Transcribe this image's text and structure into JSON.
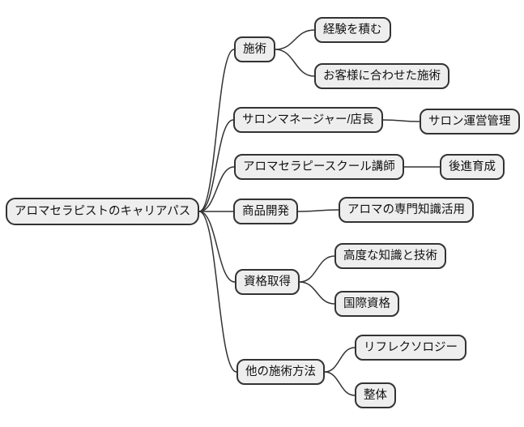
{
  "diagram": {
    "type": "mindmap-flowchart",
    "orientation": "left-to-right",
    "root_label": "アロマセラピストのキャリアパス"
  },
  "colors": {
    "background": "#ffffff",
    "node_fill": "#eeeeee",
    "node_stroke": "#333333",
    "edge_stroke": "#333333",
    "text": "#111111"
  },
  "nodes": [
    {
      "id": "root",
      "label": "アロマセラピストのキャリアパス",
      "level": 0
    },
    {
      "id": "sejutsu",
      "label": "施術",
      "level": 1
    },
    {
      "id": "keiken",
      "label": "経験を積む",
      "level": 2
    },
    {
      "id": "okyakusama",
      "label": "お客様に合わせた施術",
      "level": 2
    },
    {
      "id": "salon-mgr",
      "label": "サロンマネージャー/店長",
      "level": 1
    },
    {
      "id": "salon-unei",
      "label": "サロン運営管理",
      "level": 2
    },
    {
      "id": "school-koushi",
      "label": "アロマセラピースクール講師",
      "level": 1
    },
    {
      "id": "koushin-ikusei",
      "label": "後進育成",
      "level": 2
    },
    {
      "id": "shouhin-kaihatsu",
      "label": "商品開発",
      "level": 1
    },
    {
      "id": "aroma-chishiki",
      "label": "アロマの専門知識活用",
      "level": 2
    },
    {
      "id": "shikaku-shutoku",
      "label": "資格取得",
      "level": 1
    },
    {
      "id": "koudo-chishiki",
      "label": "高度な知識と技術",
      "level": 2
    },
    {
      "id": "kokusai-shikaku",
      "label": "国際資格",
      "level": 2
    },
    {
      "id": "hoka-sejutsu",
      "label": "他の施術方法",
      "level": 1
    },
    {
      "id": "reflexology",
      "label": "リフレクソロジー",
      "level": 2
    },
    {
      "id": "seitai",
      "label": "整体",
      "level": 2
    }
  ],
  "edges": [
    {
      "from": "root",
      "to": "sejutsu"
    },
    {
      "from": "sejutsu",
      "to": "keiken"
    },
    {
      "from": "sejutsu",
      "to": "okyakusama"
    },
    {
      "from": "root",
      "to": "salon-mgr"
    },
    {
      "from": "salon-mgr",
      "to": "salon-unei"
    },
    {
      "from": "root",
      "to": "school-koushi"
    },
    {
      "from": "school-koushi",
      "to": "koushin-ikusei"
    },
    {
      "from": "root",
      "to": "shouhin-kaihatsu"
    },
    {
      "from": "shouhin-kaihatsu",
      "to": "aroma-chishiki"
    },
    {
      "from": "root",
      "to": "shikaku-shutoku"
    },
    {
      "from": "shikaku-shutoku",
      "to": "koudo-chishiki"
    },
    {
      "from": "shikaku-shutoku",
      "to": "kokusai-shikaku"
    },
    {
      "from": "root",
      "to": "hoka-sejutsu"
    },
    {
      "from": "hoka-sejutsu",
      "to": "reflexology"
    },
    {
      "from": "hoka-sejutsu",
      "to": "seitai"
    }
  ]
}
